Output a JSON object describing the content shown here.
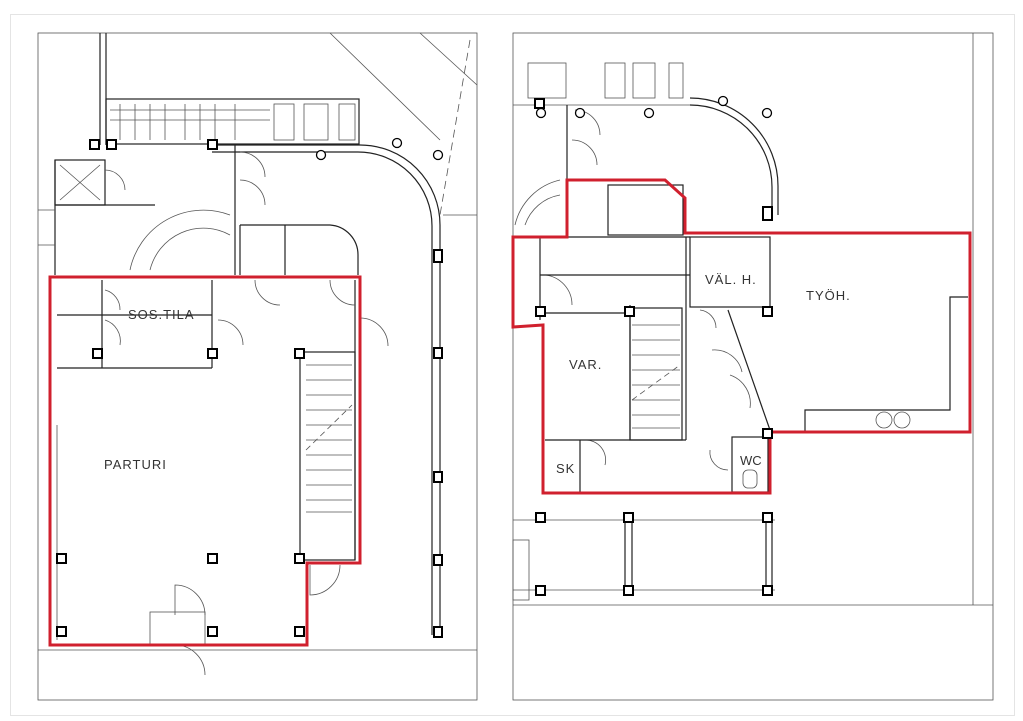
{
  "plans": [
    {
      "name": "left-floor",
      "rooms": [
        {
          "label": "SOS.TILA"
        },
        {
          "label": "PARTURI"
        }
      ]
    },
    {
      "name": "right-floor",
      "rooms": [
        {
          "label": "VÄL. H."
        },
        {
          "label": "TYÖH."
        },
        {
          "label": "VAR."
        },
        {
          "label": "SK"
        },
        {
          "label": "WC"
        }
      ]
    }
  ],
  "colors": {
    "highlight": "#d0202e",
    "lines": "#222222"
  }
}
